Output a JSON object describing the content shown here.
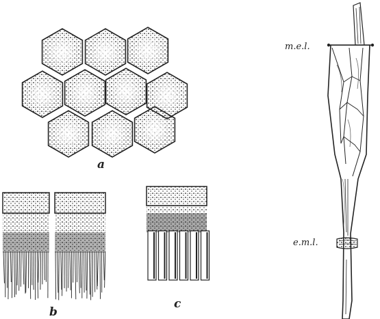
{
  "figure": {
    "panels": [
      {
        "id": "a",
        "label": "a",
        "subject": "hexagonal-cell-cluster"
      },
      {
        "id": "b",
        "label": "b",
        "subject": "paired-columnar-cell-blocks"
      },
      {
        "id": "c",
        "label": "c",
        "subject": "columnar-cell-block-with-rods"
      },
      {
        "id": "d",
        "subject": "elongated-cell-in-layers"
      }
    ],
    "annotations": {
      "upper": "m.e.l.",
      "lower": "e.m.l."
    },
    "colors": {
      "ink": "#222222",
      "paper": "#ffffff"
    }
  }
}
